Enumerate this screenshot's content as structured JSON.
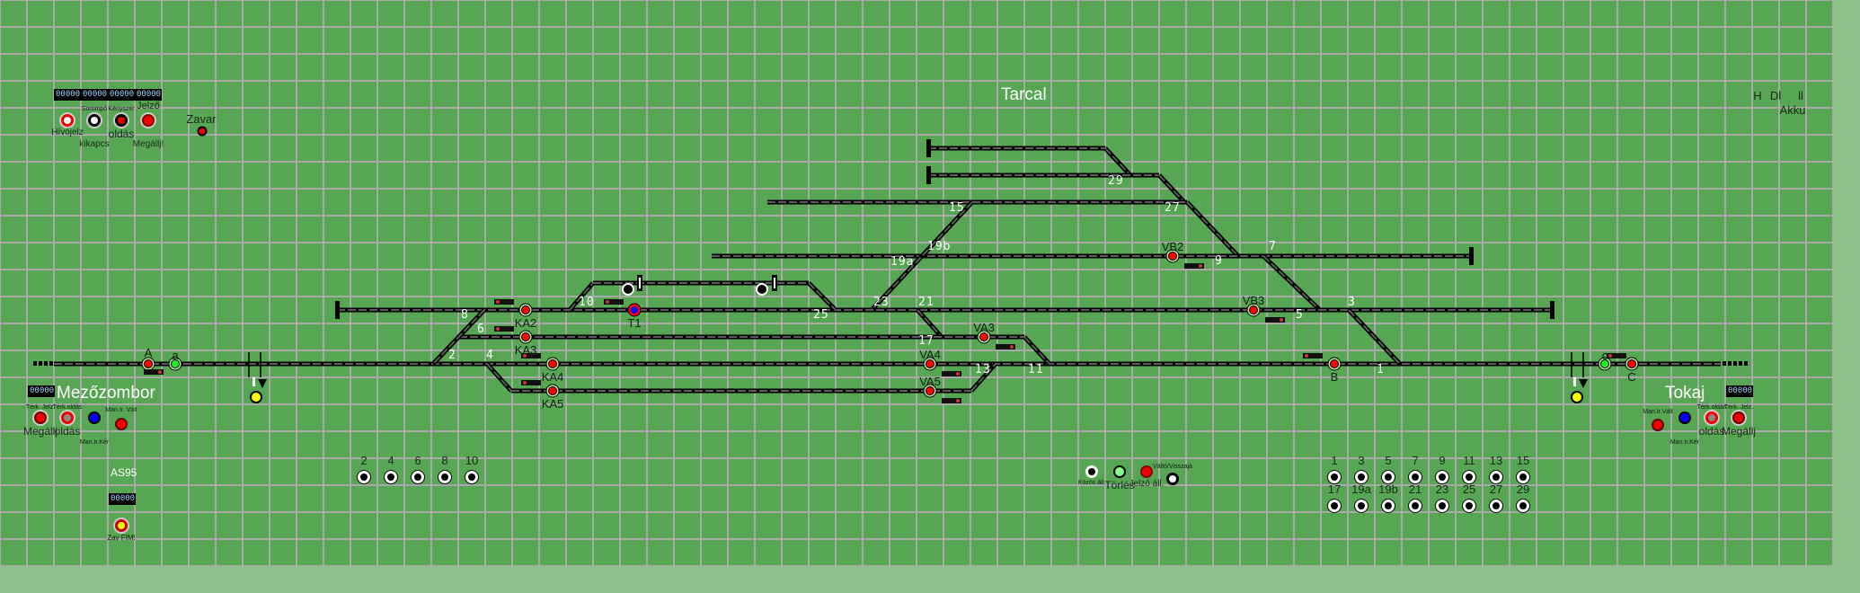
{
  "station": {
    "title": "Tarcal",
    "left_station": "Mezőzombor",
    "right_station": "Tokaj",
    "block_type": "AS95"
  },
  "counters": [
    "00000",
    "00000",
    "00000",
    "00000",
    "00000",
    "00000",
    "00000"
  ],
  "top_left_buttons": [
    {
      "top": "",
      "bottom": "Hívójelz"
    },
    {
      "top": "Sorompó",
      "bottom": "kikapcs"
    },
    {
      "top": "Kényszer",
      "bottom": "oldás"
    },
    {
      "top": "Jelző",
      "bottom": "Megállj!"
    }
  ],
  "zavar": "Zavar",
  "status_indicators": [
    "H",
    "Dl",
    "ll",
    "Akku"
  ],
  "left_panel": {
    "tark_top": "Térk. Jelz.",
    "tark_bottom": "Megállj",
    "oldas_top": "Térk.oldás",
    "oldas_bottom": "oldás",
    "man_kar": "Man.Ir.Kér",
    "man_valt": "Man.Ir. Vált",
    "zav_fim": "Zav FIM!"
  },
  "right_panel": {
    "man_valt": "Man.Ir.Vált",
    "man_kar": "Man.Ir.Kér",
    "oldas_top": "Térk.oldás",
    "oldas_bottom": "oldás",
    "tark_top": "Térk. Jelz.",
    "tark_bottom": "Megállj"
  },
  "signals": {
    "A": "A",
    "a": "a",
    "KA2": "KA2",
    "KA3": "KA3",
    "KA4": "KA4",
    "KA5": "KA5",
    "T1": "T1",
    "VB2": "VB2",
    "VB3": "VB3",
    "VA3": "VA3",
    "VA4": "VA4",
    "VA5": "VA5",
    "B": "B",
    "C": "C",
    "c": "c"
  },
  "switch_labels": [
    "8",
    "10",
    "25",
    "23",
    "21",
    "6",
    "2",
    "4",
    "17",
    "13",
    "11",
    "1",
    "3",
    "5",
    "7",
    "9",
    "19b",
    "19a",
    "15",
    "27",
    "29"
  ],
  "central_buttons": {
    "kozos": "Közös áll.",
    "torles": "Törlés",
    "jelzo": "Jelző áll.",
    "valto": "Váltó/Visszajá"
  },
  "left_switch_buttons": [
    "2",
    "4",
    "6",
    "8",
    "10"
  ],
  "right_switch_buttons_row1": [
    "1",
    "3",
    "5",
    "7",
    "9",
    "11",
    "13",
    "15"
  ],
  "right_switch_buttons_row2": [
    "17",
    "19a",
    "19b",
    "21",
    "23",
    "25",
    "27",
    "29"
  ],
  "colors": {
    "board": "#57a653",
    "grid": "#a9a9a9",
    "track": "#000000",
    "signal_red": "#ff0000",
    "signal_green": "#22dd22"
  }
}
